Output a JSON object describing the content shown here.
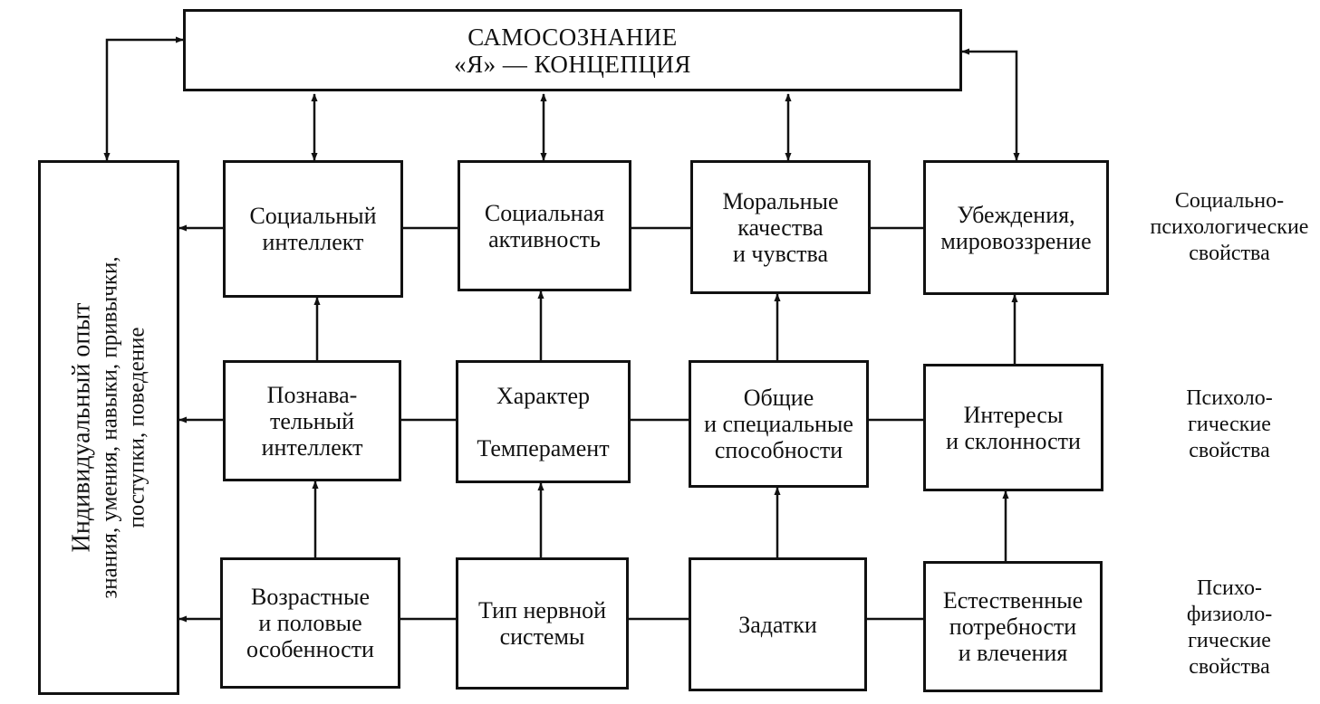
{
  "top": {
    "title_line1": "САМОСОЗНАНИЕ",
    "title_line2": "«Я» — КОНЦЕПЦИЯ"
  },
  "left": {
    "line1": "Индивидуальный опыт",
    "line2": "знания, умения, навыки, привычки,",
    "line3": "поступки, поведение"
  },
  "rows": [
    {
      "label": "Социально-\nпсихологические\nсвойства",
      "cells": [
        "Социальный\nинтеллект",
        "Социальная\nактивность",
        "Моральные\nкачества\nи чувства",
        "Убеждения,\nмировоззрение"
      ]
    },
    {
      "label": "Психоло-\nгические\nсвойства",
      "cells": [
        "Познава-\nтельный\nинтеллект",
        "Характер\n\nТемперамент",
        "Общие\nи специальные\nспособности",
        "Интересы\nи склонности"
      ]
    },
    {
      "label": "Психо-\nфизиоло-\nгические\nсвойства",
      "cells": [
        "Возрастные\nи половые\nособенности",
        "Тип нервной\nсистемы",
        "Задатки",
        "Естественные\nпотребности\nи влечения"
      ]
    }
  ]
}
